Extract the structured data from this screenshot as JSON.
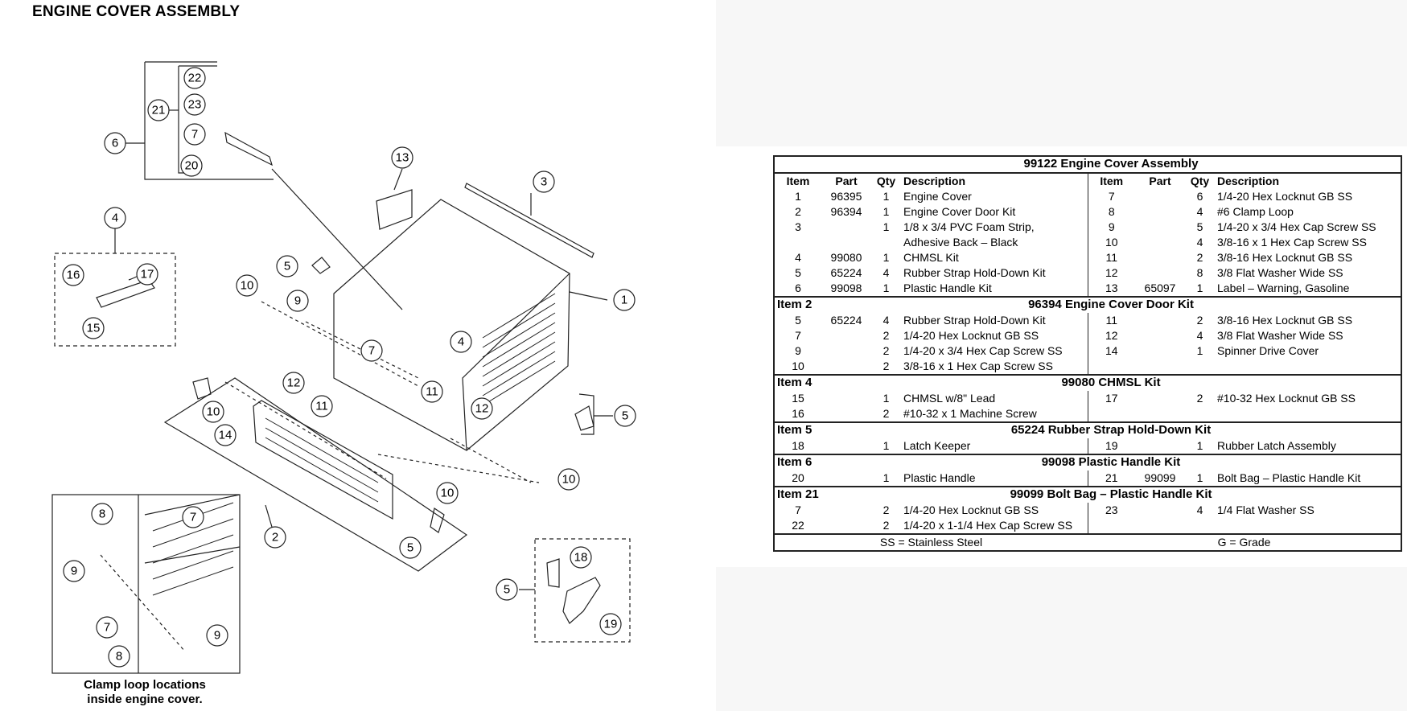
{
  "page_title": "ENGINE COVER ASSEMBLY",
  "inset_caption": [
    "Clamp loop locations",
    "inside engine cover."
  ],
  "callouts": {
    "c1": "1",
    "c2": "2",
    "c3": "3",
    "c4": "4",
    "c5": "5",
    "c6": "6",
    "c7": "7",
    "c8": "8",
    "c9": "9",
    "c10": "10",
    "c11": "11",
    "c12": "12",
    "c13": "13",
    "c14": "14",
    "c15": "15",
    "c16": "16",
    "c17": "17",
    "c18": "18",
    "c19": "19",
    "c20": "20",
    "c21": "21",
    "c22": "22",
    "c23": "23"
  },
  "table": {
    "columns": [
      "Item",
      "Part",
      "Qty",
      "Description"
    ],
    "sections": [
      {
        "label": "",
        "title": "99122  Engine Cover Assembly",
        "show_header": true,
        "rows": [
          [
            [
              "1",
              "96395",
              "1",
              "Engine Cover"
            ],
            [
              "7",
              "",
              "6",
              "1/4-20 Hex Locknut GB SS"
            ]
          ],
          [
            [
              "2",
              "96394",
              "1",
              "Engine Cover Door Kit"
            ],
            [
              "8",
              "",
              "4",
              "#6 Clamp Loop"
            ]
          ],
          [
            [
              "3",
              "",
              "1",
              "1/8 x 3/4 PVC Foam Strip,"
            ],
            [
              "9",
              "",
              "5",
              "1/4-20 x 3/4 Hex Cap Screw SS"
            ]
          ],
          [
            [
              "",
              "",
              "",
              "Adhesive Back – Black"
            ],
            [
              "10",
              "",
              "4",
              "3/8-16 x 1 Hex Cap Screw SS"
            ]
          ],
          [
            [
              "4",
              "99080",
              "1",
              "CHMSL Kit"
            ],
            [
              "11",
              "",
              "2",
              "3/8-16 Hex Locknut GB SS"
            ]
          ],
          [
            [
              "5",
              "65224",
              "4",
              "Rubber Strap Hold-Down Kit"
            ],
            [
              "12",
              "",
              "8",
              "3/8 Flat Washer Wide SS"
            ]
          ],
          [
            [
              "6",
              "99098",
              "1",
              "Plastic Handle Kit"
            ],
            [
              "13",
              "65097",
              "1",
              "Label – Warning, Gasoline"
            ]
          ]
        ]
      },
      {
        "label": "Item 2",
        "title": "96394  Engine Cover Door Kit",
        "rows": [
          [
            [
              "5",
              "65224",
              "4",
              "Rubber Strap Hold-Down Kit"
            ],
            [
              "11",
              "",
              "2",
              "3/8-16 Hex Locknut GB SS"
            ]
          ],
          [
            [
              "7",
              "",
              "2",
              "1/4-20 Hex Locknut GB SS"
            ],
            [
              "12",
              "",
              "4",
              "3/8 Flat Washer Wide SS"
            ]
          ],
          [
            [
              "9",
              "",
              "2",
              "1/4-20 x 3/4 Hex Cap Screw SS"
            ],
            [
              "14",
              "",
              "1",
              "Spinner Drive Cover"
            ]
          ],
          [
            [
              "10",
              "",
              "2",
              "3/8-16 x 1 Hex Cap Screw SS"
            ],
            [
              "",
              "",
              "",
              ""
            ]
          ]
        ]
      },
      {
        "label": "Item 4",
        "title": "99080  CHMSL Kit",
        "rows": [
          [
            [
              "15",
              "",
              "1",
              "CHMSL w/8\" Lead"
            ],
            [
              "17",
              "",
              "2",
              "#10-32 Hex Locknut GB SS"
            ]
          ],
          [
            [
              "16",
              "",
              "2",
              "#10-32 x 1 Machine Screw"
            ],
            [
              "",
              "",
              "",
              ""
            ]
          ]
        ]
      },
      {
        "label": "Item 5",
        "title": "65224  Rubber Strap Hold-Down Kit",
        "rows": [
          [
            [
              "18",
              "",
              "1",
              "Latch Keeper"
            ],
            [
              "19",
              "",
              "1",
              "Rubber Latch Assembly"
            ]
          ]
        ]
      },
      {
        "label": "Item 6",
        "title": "99098  Plastic Handle Kit",
        "rows": [
          [
            [
              "20",
              "",
              "1",
              "Plastic Handle"
            ],
            [
              "21",
              "99099",
              "1",
              "Bolt Bag – Plastic Handle Kit"
            ]
          ]
        ]
      },
      {
        "label": "Item 21",
        "title": "99099  Bolt Bag – Plastic Handle Kit",
        "rows": [
          [
            [
              "7",
              "",
              "2",
              "1/4-20 Hex Locknut GB SS"
            ],
            [
              "23",
              "",
              "4",
              "1/4 Flat Washer SS"
            ]
          ],
          [
            [
              "22",
              "",
              "2",
              "1/4-20 x 1-1/4 Hex Cap Screw SS"
            ],
            [
              "",
              "",
              "",
              ""
            ]
          ]
        ]
      }
    ],
    "footer": [
      "SS = Stainless Steel",
      "G = Grade"
    ]
  }
}
